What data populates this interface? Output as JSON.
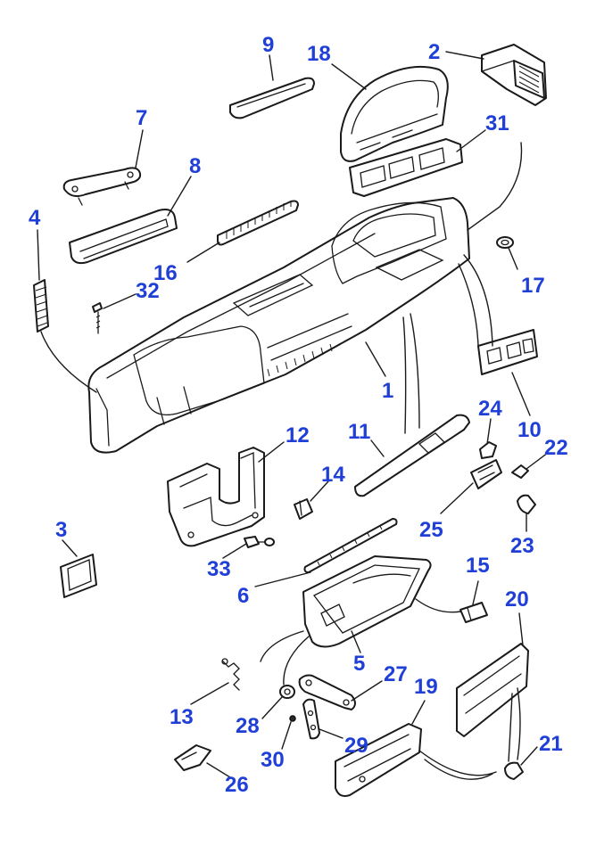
{
  "diagram": {
    "callouts": [
      {
        "id": "c9",
        "label": "9"
      },
      {
        "id": "c18",
        "label": "18"
      },
      {
        "id": "c2",
        "label": "2"
      },
      {
        "id": "c7",
        "label": "7"
      },
      {
        "id": "c31",
        "label": "31"
      },
      {
        "id": "c8",
        "label": "8"
      },
      {
        "id": "c4",
        "label": "4"
      },
      {
        "id": "c16",
        "label": "16"
      },
      {
        "id": "c32",
        "label": "32"
      },
      {
        "id": "c17",
        "label": "17"
      },
      {
        "id": "c1",
        "label": "1"
      },
      {
        "id": "c24",
        "label": "24"
      },
      {
        "id": "c10",
        "label": "10"
      },
      {
        "id": "c12",
        "label": "12"
      },
      {
        "id": "c11",
        "label": "11"
      },
      {
        "id": "c22",
        "label": "22"
      },
      {
        "id": "c14",
        "label": "14"
      },
      {
        "id": "c3",
        "label": "3"
      },
      {
        "id": "c25",
        "label": "25"
      },
      {
        "id": "c23",
        "label": "23"
      },
      {
        "id": "c33",
        "label": "33"
      },
      {
        "id": "c15",
        "label": "15"
      },
      {
        "id": "c6",
        "label": "6"
      },
      {
        "id": "c20",
        "label": "20"
      },
      {
        "id": "c5",
        "label": "5"
      },
      {
        "id": "c27",
        "label": "27"
      },
      {
        "id": "c19",
        "label": "19"
      },
      {
        "id": "c13",
        "label": "13"
      },
      {
        "id": "c28",
        "label": "28"
      },
      {
        "id": "c29",
        "label": "29"
      },
      {
        "id": "c21",
        "label": "21"
      },
      {
        "id": "c30",
        "label": "30"
      },
      {
        "id": "c26",
        "label": "26"
      }
    ]
  }
}
